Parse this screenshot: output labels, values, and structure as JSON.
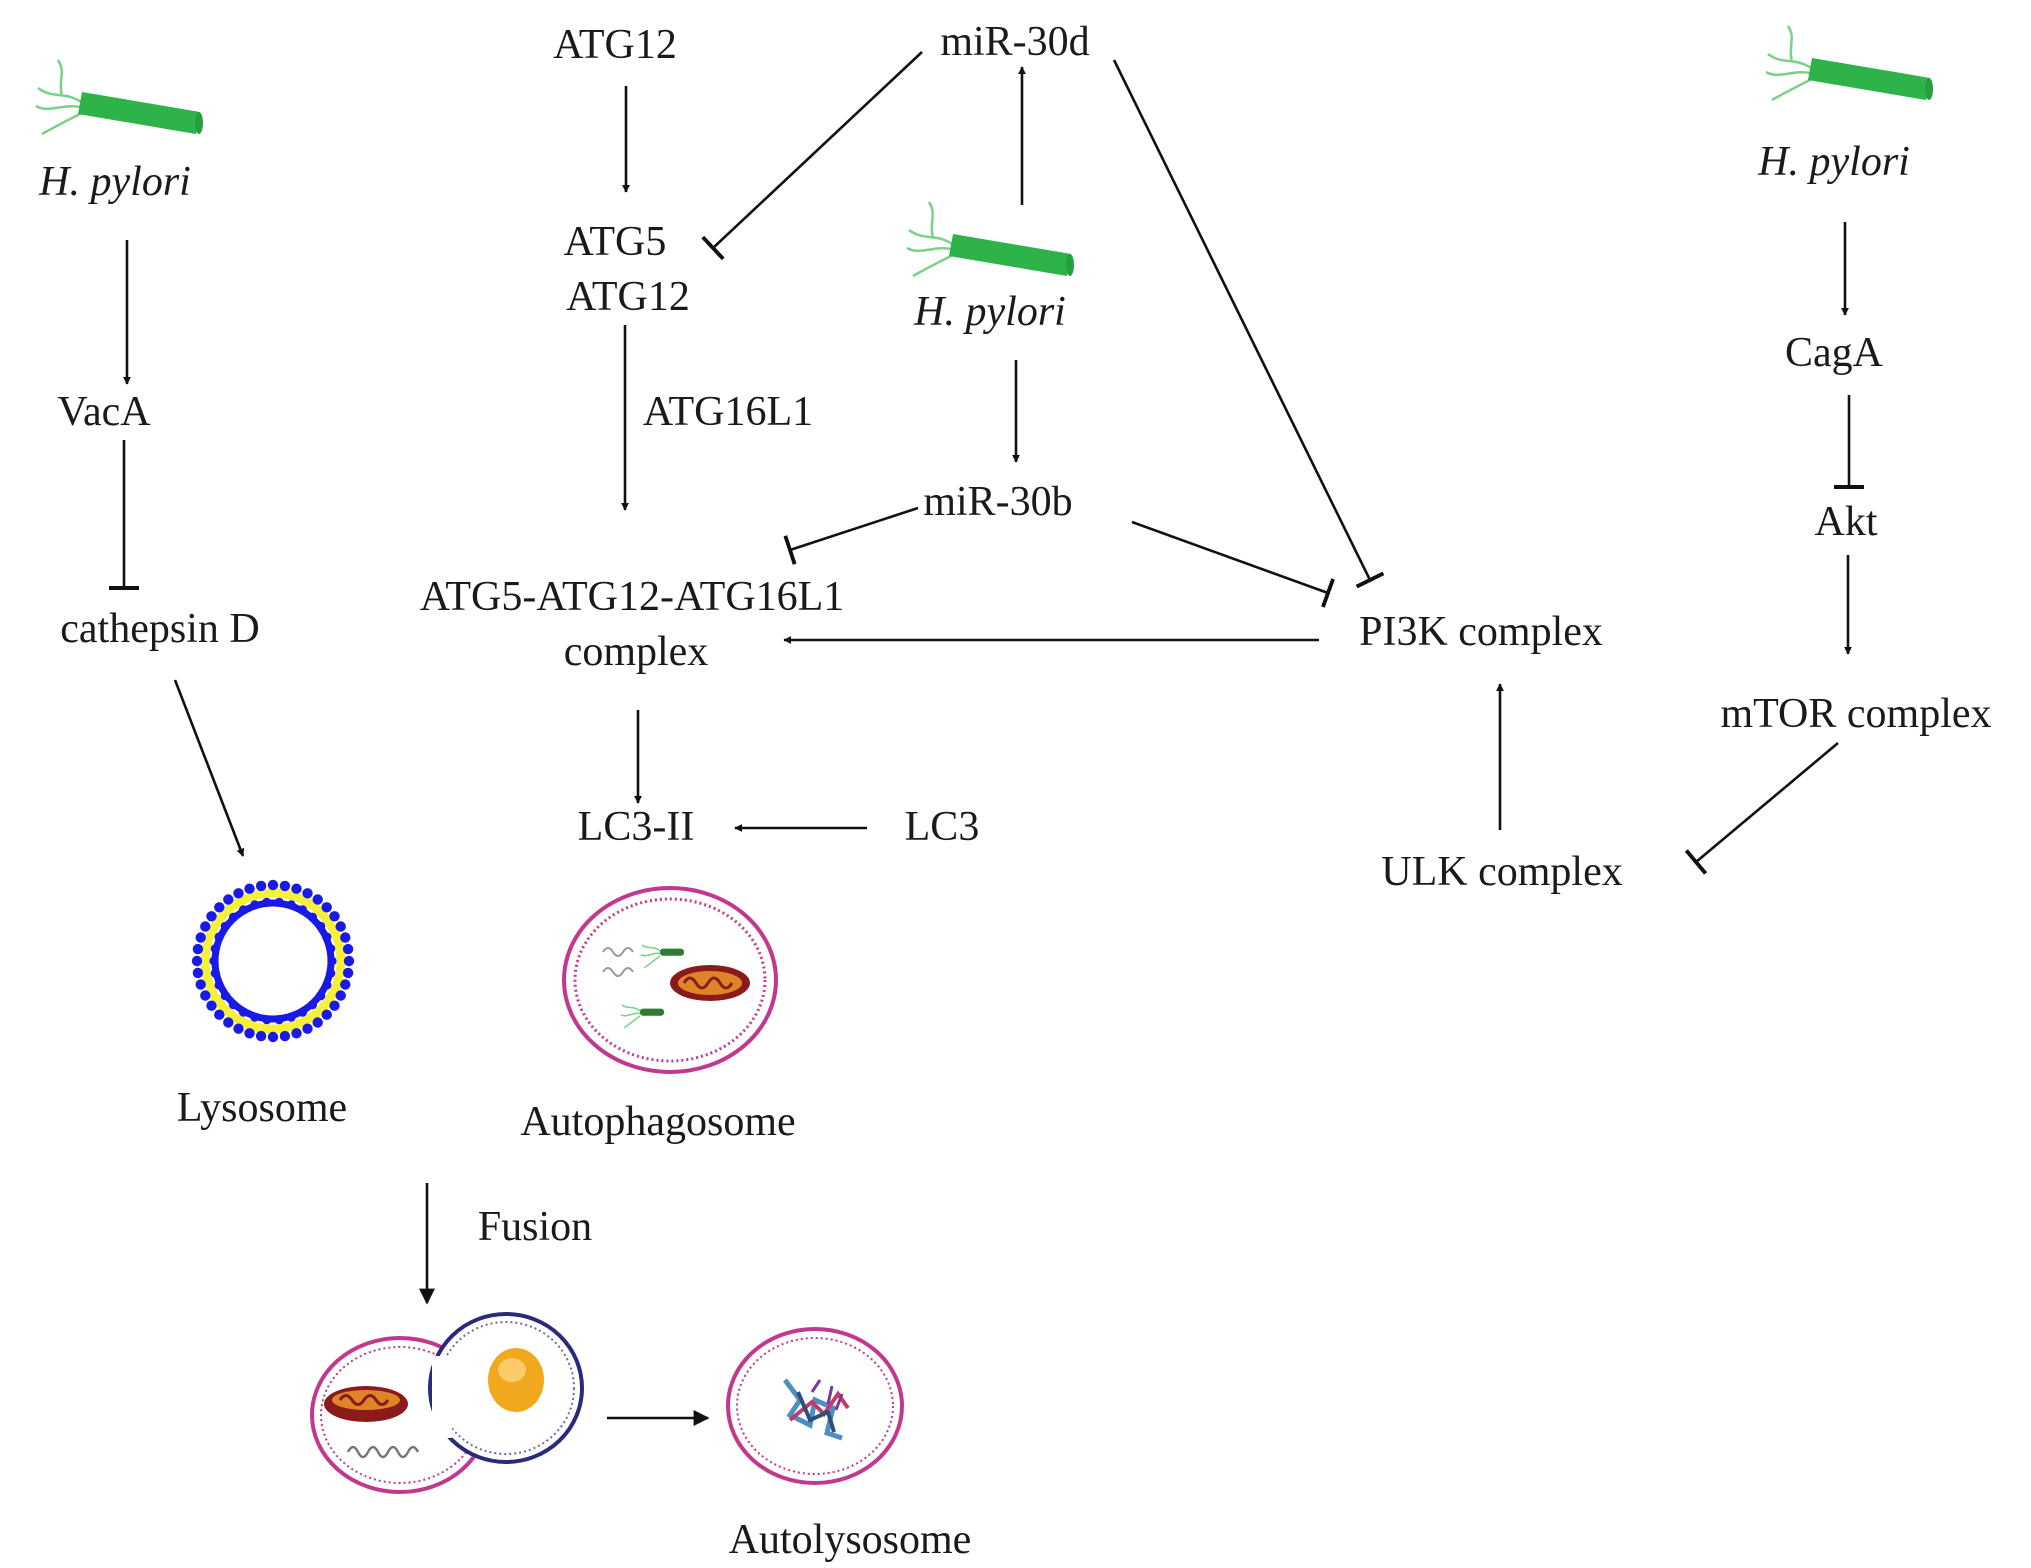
{
  "labels": {
    "hpylori_left": "H. pylori",
    "hpylori_center": "H. pylori",
    "hpylori_right": "H. pylori",
    "vaca": "VacA",
    "cathepsin_d": "cathepsin D",
    "lysosome": "Lysosome",
    "atg12": "ATG12",
    "atg5": "ATG5",
    "atg12_conj": "ATG12",
    "atg16l1": "ATG16L1",
    "complex_line1": "ATG5-ATG12-ATG16L1",
    "complex_line2": "complex",
    "lc3_ii": "LC3-II",
    "lc3": "LC3",
    "autophagosome": "Autophagosome",
    "fusion": "Fusion",
    "autolysosome": "Autolysosome",
    "mir30d": "miR-30d",
    "mir30b": "miR-30b",
    "pi3k": "PI3K complex",
    "ulk": "ULK complex",
    "caga": "CagA",
    "akt": "Akt",
    "mtor": "mTOR complex"
  },
  "icons": {
    "bacterium": "helicobacter-bacterium-icon",
    "lysosome": "lysosome-icon",
    "autophagosome": "autophagosome-icon",
    "fusion": "fusion-vesicle-icon",
    "autolysosome": "autolysosome-icon"
  },
  "colors": {
    "bacterium_body": "#2db34a",
    "flagella": "#7bd08a",
    "lysosome_lipid": "#1a1ae6",
    "lysosome_core": "#f5f03a",
    "vesicle_membrane": "#c2388f",
    "mitochondrion": "#8b1a1a",
    "mito_inner": "#e0842a",
    "nucleus": "#f0a81e",
    "text": "#1a1a1a",
    "arrow": "#111111"
  }
}
